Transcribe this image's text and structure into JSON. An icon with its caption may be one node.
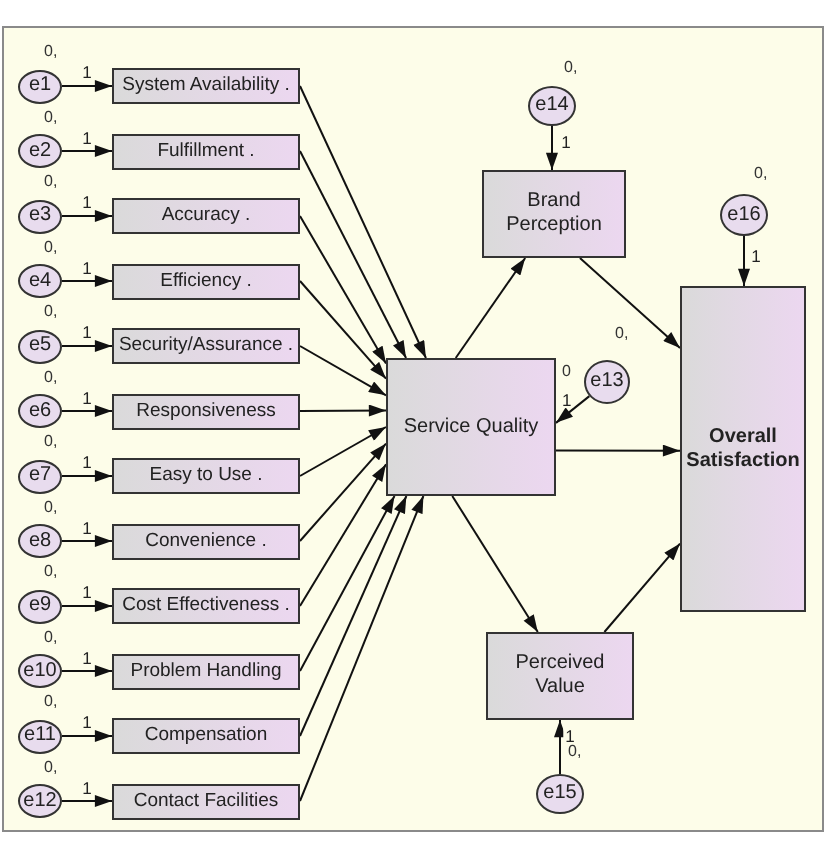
{
  "diagram": {
    "nodes": [
      {
        "text": [
          "e1"
        ],
        "beside": [
          "0,"
        ]
      },
      {
        "text": [
          "e2"
        ],
        "beside": [
          "0,"
        ]
      },
      {
        "text": [
          "e3"
        ],
        "beside": [
          "0,"
        ]
      },
      {
        "text": [
          "e4"
        ],
        "beside": [
          "0,"
        ]
      },
      {
        "text": [
          "e5"
        ],
        "beside": [
          "0,"
        ]
      },
      {
        "text": [
          "e6"
        ],
        "beside": [
          "0,"
        ]
      },
      {
        "text": [
          "e7"
        ],
        "beside": [
          "0,"
        ]
      },
      {
        "text": [
          "e8"
        ],
        "beside": [
          "0,"
        ]
      },
      {
        "text": [
          "e9"
        ],
        "beside": [
          "0,"
        ]
      },
      {
        "text": [
          "e10"
        ],
        "beside": [
          "0,"
        ]
      },
      {
        "text": [
          "e11"
        ],
        "beside": [
          "0,"
        ]
      },
      {
        "text": [
          "e12"
        ],
        "beside": [
          "0,"
        ]
      },
      {
        "text": [
          "System Availability ."
        ]
      },
      {
        "text": [
          "Fulfillment ."
        ]
      },
      {
        "text": [
          "Accuracy ."
        ]
      },
      {
        "text": [
          "Efficiency ."
        ]
      },
      {
        "text": [
          "Security/Assurance ."
        ]
      },
      {
        "text": [
          "Responsiveness"
        ]
      },
      {
        "text": [
          "Easy to Use ."
        ]
      },
      {
        "text": [
          "Convenience ."
        ]
      },
      {
        "text": [
          "Cost Effectiveness ."
        ]
      },
      {
        "text": [
          "Problem Handling"
        ]
      },
      {
        "text": [
          "Compensation"
        ]
      },
      {
        "text": [
          "Contact Facilities"
        ]
      },
      {
        "text": [
          "e14"
        ],
        "beside": [
          "0,"
        ]
      },
      {
        "text": [
          "Brand Perception"
        ]
      },
      {
        "text": [
          "e16"
        ],
        "beside": [
          "0,"
        ]
      },
      {
        "text": [
          "Service Quality"
        ]
      },
      {
        "text": [
          "e13"
        ],
        "beside": [
          "0,"
        ]
      },
      {
        "text": [
          "Overall Satisfaction"
        ]
      },
      {
        "text": [
          "Perceived Value"
        ]
      },
      {
        "text": [
          "e15"
        ],
        "beside": [
          "0,"
        ]
      }
    ],
    "edges": [
      {
        "from": 0,
        "to": 12,
        "arrow": "to",
        "label": "1"
      },
      {
        "from": 1,
        "to": 13,
        "arrow": "to",
        "label": "1"
      },
      {
        "from": 2,
        "to": 14,
        "arrow": "to",
        "label": "1"
      },
      {
        "from": 3,
        "to": 15,
        "arrow": "to",
        "label": "1"
      },
      {
        "from": 4,
        "to": 16,
        "arrow": "to",
        "label": "1"
      },
      {
        "from": 5,
        "to": 17,
        "arrow": "to",
        "label": "1"
      },
      {
        "from": 6,
        "to": 18,
        "arrow": "to",
        "label": "1"
      },
      {
        "from": 7,
        "to": 19,
        "arrow": "to",
        "label": "1"
      },
      {
        "from": 8,
        "to": 20,
        "arrow": "to",
        "label": "1"
      },
      {
        "from": 9,
        "to": 21,
        "arrow": "to",
        "label": "1"
      },
      {
        "from": 10,
        "to": 22,
        "arrow": "to",
        "label": "1"
      },
      {
        "from": 11,
        "to": 23,
        "arrow": "to",
        "label": "1"
      },
      {
        "from": 12,
        "to": 27,
        "arrow": "to"
      },
      {
        "from": 13,
        "to": 27,
        "arrow": "to"
      },
      {
        "from": 14,
        "to": 27,
        "arrow": "to"
      },
      {
        "from": 15,
        "to": 27,
        "arrow": "to"
      },
      {
        "from": 16,
        "to": 27,
        "arrow": "to"
      },
      {
        "from": 17,
        "to": 27,
        "arrow": "to"
      },
      {
        "from": 18,
        "to": 27,
        "arrow": "to"
      },
      {
        "from": 19,
        "to": 27,
        "arrow": "to"
      },
      {
        "from": 20,
        "to": 27,
        "arrow": "to"
      },
      {
        "from": 21,
        "to": 27,
        "arrow": "to"
      },
      {
        "from": 22,
        "to": 27,
        "arrow": "to"
      },
      {
        "from": 23,
        "to": 27,
        "arrow": "to"
      },
      {
        "from": 24,
        "to": 25,
        "arrow": "to",
        "label": "1"
      },
      {
        "from": 26,
        "to": 29,
        "arrow": "to",
        "label": "1"
      },
      {
        "from": 28,
        "to": 27,
        "arrow": "to",
        "label": "1"
      },
      {
        "from": 27,
        "to": 25,
        "arrow": "to"
      },
      {
        "from": 27,
        "to": 29,
        "arrow": "to"
      },
      {
        "from": 27,
        "to": 30,
        "arrow": "to"
      },
      {
        "from": 25,
        "to": 29,
        "arrow": "to"
      },
      {
        "from": 30,
        "to": 29,
        "arrow": "to"
      },
      {
        "from": 31,
        "to": 30,
        "arrow": "to",
        "label": "1"
      }
    ],
    "labels": [
      "0"
    ]
  }
}
